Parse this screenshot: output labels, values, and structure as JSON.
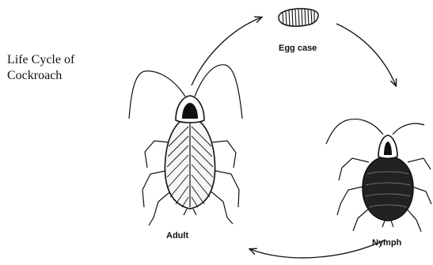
{
  "title": {
    "line1": "Life Cycle of",
    "line2": "Cockroach"
  },
  "stages": {
    "egg_case": "Egg case",
    "nymph": "Nymph",
    "adult": "Adult"
  },
  "colors": {
    "ink": "#111111",
    "background": "#ffffff"
  }
}
